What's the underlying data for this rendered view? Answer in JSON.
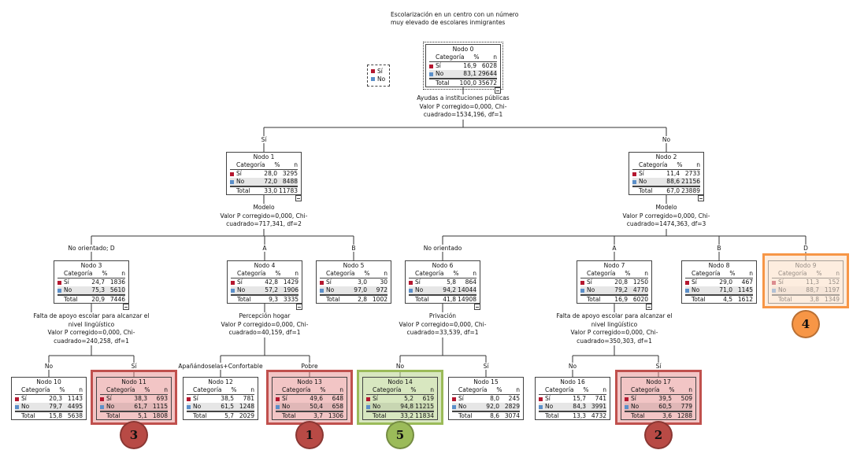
{
  "colors": {
    "si": "#b5172f",
    "no": "#5b8fc9",
    "highlight_red": "#c0504d",
    "highlight_green": "#9bbb59",
    "highlight_orange": "#f79646"
  },
  "root_title": "Escolarización en un centro con un número muy elevado de escolares inmigrantes",
  "legend": {
    "items": [
      {
        "label": "Sí",
        "color": "#b5172f"
      },
      {
        "label": "No",
        "color": "#5b8fc9"
      }
    ]
  },
  "headers": {
    "category": "Categoría",
    "percent": "%",
    "n": "n",
    "total": "Total",
    "si": "Sí",
    "no": "No"
  },
  "nodes": [
    {
      "id": 0,
      "title": "Nodo 0",
      "si": [
        "16,9",
        "6028"
      ],
      "no": [
        "83,1",
        "29644"
      ],
      "total": [
        "100,0",
        "35672"
      ]
    },
    {
      "id": 1,
      "title": "Nodo 1",
      "si": [
        "28,0",
        "3295"
      ],
      "no": [
        "72,0",
        "8488"
      ],
      "total": [
        "33,0",
        "11783"
      ]
    },
    {
      "id": 2,
      "title": "Nodo 2",
      "si": [
        "11,4",
        "2733"
      ],
      "no": [
        "88,6",
        "21156"
      ],
      "total": [
        "67,0",
        "23889"
      ]
    },
    {
      "id": 3,
      "title": "Nodo 3",
      "si": [
        "24,7",
        "1836"
      ],
      "no": [
        "75,3",
        "5610"
      ],
      "total": [
        "20,9",
        "7446"
      ]
    },
    {
      "id": 4,
      "title": "Nodo 4",
      "si": [
        "42,8",
        "1429"
      ],
      "no": [
        "57,2",
        "1906"
      ],
      "total": [
        "9,3",
        "3335"
      ]
    },
    {
      "id": 5,
      "title": "Nodo 5",
      "si": [
        "3,0",
        "30"
      ],
      "no": [
        "97,0",
        "972"
      ],
      "total": [
        "2,8",
        "1002"
      ]
    },
    {
      "id": 6,
      "title": "Nodo 6",
      "si": [
        "5,8",
        "864"
      ],
      "no": [
        "94,2",
        "14044"
      ],
      "total": [
        "41,8",
        "14908"
      ]
    },
    {
      "id": 7,
      "title": "Nodo 7",
      "si": [
        "20,8",
        "1250"
      ],
      "no": [
        "79,2",
        "4770"
      ],
      "total": [
        "16,9",
        "6020"
      ]
    },
    {
      "id": 8,
      "title": "Nodo 8",
      "si": [
        "29,0",
        "467"
      ],
      "no": [
        "71,0",
        "1145"
      ],
      "total": [
        "4,5",
        "1612"
      ]
    },
    {
      "id": 9,
      "title": "Nodo 9",
      "si": [
        "11,3",
        "152"
      ],
      "no": [
        "88,7",
        "1197"
      ],
      "total": [
        "3,8",
        "1349"
      ],
      "highlight": "orange",
      "badge": "4"
    },
    {
      "id": 10,
      "title": "Nodo 10",
      "si": [
        "20,3",
        "1143"
      ],
      "no": [
        "79,7",
        "4495"
      ],
      "total": [
        "15,8",
        "5638"
      ]
    },
    {
      "id": 11,
      "title": "Nodo 11",
      "si": [
        "38,3",
        "693"
      ],
      "no": [
        "61,7",
        "1115"
      ],
      "total": [
        "5,1",
        "1808"
      ],
      "highlight": "red",
      "badge": "3"
    },
    {
      "id": 12,
      "title": "Nodo 12",
      "si": [
        "38,5",
        "781"
      ],
      "no": [
        "61,5",
        "1248"
      ],
      "total": [
        "5,7",
        "2029"
      ]
    },
    {
      "id": 13,
      "title": "Nodo 13",
      "si": [
        "49,6",
        "648"
      ],
      "no": [
        "50,4",
        "658"
      ],
      "total": [
        "3,7",
        "1306"
      ],
      "highlight": "red",
      "badge": "1"
    },
    {
      "id": 14,
      "title": "Nodo 14",
      "si": [
        "5,2",
        "619"
      ],
      "no": [
        "94,8",
        "11215"
      ],
      "total": [
        "33,2",
        "11834"
      ],
      "highlight": "green",
      "badge": "5"
    },
    {
      "id": 15,
      "title": "Nodo 15",
      "si": [
        "8,0",
        "245"
      ],
      "no": [
        "92,0",
        "2829"
      ],
      "total": [
        "8,6",
        "3074"
      ]
    },
    {
      "id": 16,
      "title": "Nodo 16",
      "si": [
        "15,7",
        "741"
      ],
      "no": [
        "84,3",
        "3991"
      ],
      "total": [
        "13,3",
        "4732"
      ]
    },
    {
      "id": 17,
      "title": "Nodo 17",
      "si": [
        "39,5",
        "509"
      ],
      "no": [
        "60,5",
        "779"
      ],
      "total": [
        "3,6",
        "1288"
      ],
      "highlight": "red",
      "badge": "2"
    }
  ],
  "splits": [
    {
      "node": 0,
      "variable": "Ayudas a instituciones públicas",
      "stats": "Valor P corregido=0,000, Chi-cuadrado=1534,196, df=1"
    },
    {
      "node": 1,
      "variable": "Modelo",
      "stats": "Valor P corregido=0,000, Chi-cuadrado=717,341, df=2"
    },
    {
      "node": 2,
      "variable": "Modelo",
      "stats": "Valor P corregido=0,000, Chi-cuadrado=1474,363, df=3"
    },
    {
      "node": 3,
      "variable": "Falta de apoyo escolar para alcanzar el nivel lingüístico",
      "stats": "Valor P corregido=0,000, Chi-cuadrado=240,258, df=1"
    },
    {
      "node": 4,
      "variable": "Percepción hogar",
      "stats": "Valor P corregido=0,000, Chi-cuadrado=40,159, df=1"
    },
    {
      "node": 6,
      "variable": "Privación",
      "stats": "Valor P corregido=0,000, Chi-cuadrado=33,539, df=1"
    },
    {
      "node": 7,
      "variable": "Falta de apoyo escolar para alcanzar el nivel lingüístico",
      "stats": "Valor P corregido=0,000, Chi-cuadrado=350,303, df=1"
    }
  ],
  "edges": [
    {
      "from": 0,
      "to": 1,
      "label": "Sí"
    },
    {
      "from": 0,
      "to": 2,
      "label": "No"
    },
    {
      "from": 1,
      "to": 3,
      "label": "No orientado; D"
    },
    {
      "from": 1,
      "to": 4,
      "label": "A"
    },
    {
      "from": 1,
      "to": 5,
      "label": "B"
    },
    {
      "from": 2,
      "to": 6,
      "label": "No orientado"
    },
    {
      "from": 2,
      "to": 7,
      "label": "A"
    },
    {
      "from": 2,
      "to": 8,
      "label": "B"
    },
    {
      "from": 2,
      "to": 9,
      "label": "D"
    },
    {
      "from": 3,
      "to": 10,
      "label": "No"
    },
    {
      "from": 3,
      "to": 11,
      "label": "Sí"
    },
    {
      "from": 4,
      "to": 12,
      "label": "Apañándoselas+Confortable"
    },
    {
      "from": 4,
      "to": 13,
      "label": "Pobre"
    },
    {
      "from": 6,
      "to": 14,
      "label": "No"
    },
    {
      "from": 6,
      "to": 15,
      "label": "Sí"
    },
    {
      "from": 7,
      "to": 16,
      "label": "No"
    },
    {
      "from": 7,
      "to": 17,
      "label": "Sí"
    }
  ]
}
